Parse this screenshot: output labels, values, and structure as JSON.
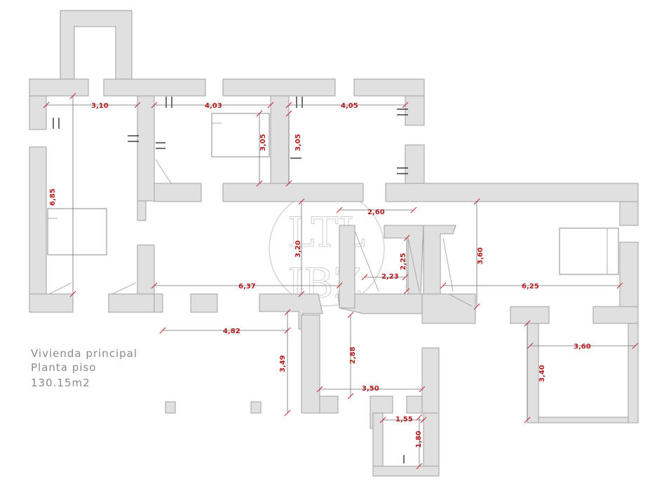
{
  "plan": {
    "title_lines": [
      "Vivienda principal",
      "Planta piso",
      "130.15m2"
    ],
    "watermark": [
      "LTL",
      "IBZ"
    ],
    "colors": {
      "wall": "#e0e0e0",
      "dimension": "#b01c1c",
      "text": "#8a8a8a"
    },
    "dimensions": [
      "3,10",
      "4,03",
      "4,05",
      "3,05",
      "3,05",
      "6,85",
      "2,60",
      "3,20",
      "2,25",
      "2,23",
      "3,60",
      "6,37",
      "6,25",
      "4,82",
      "3,49",
      "2,88",
      "3,50",
      "3,60",
      "3,40",
      "1,55",
      "1,80"
    ]
  }
}
